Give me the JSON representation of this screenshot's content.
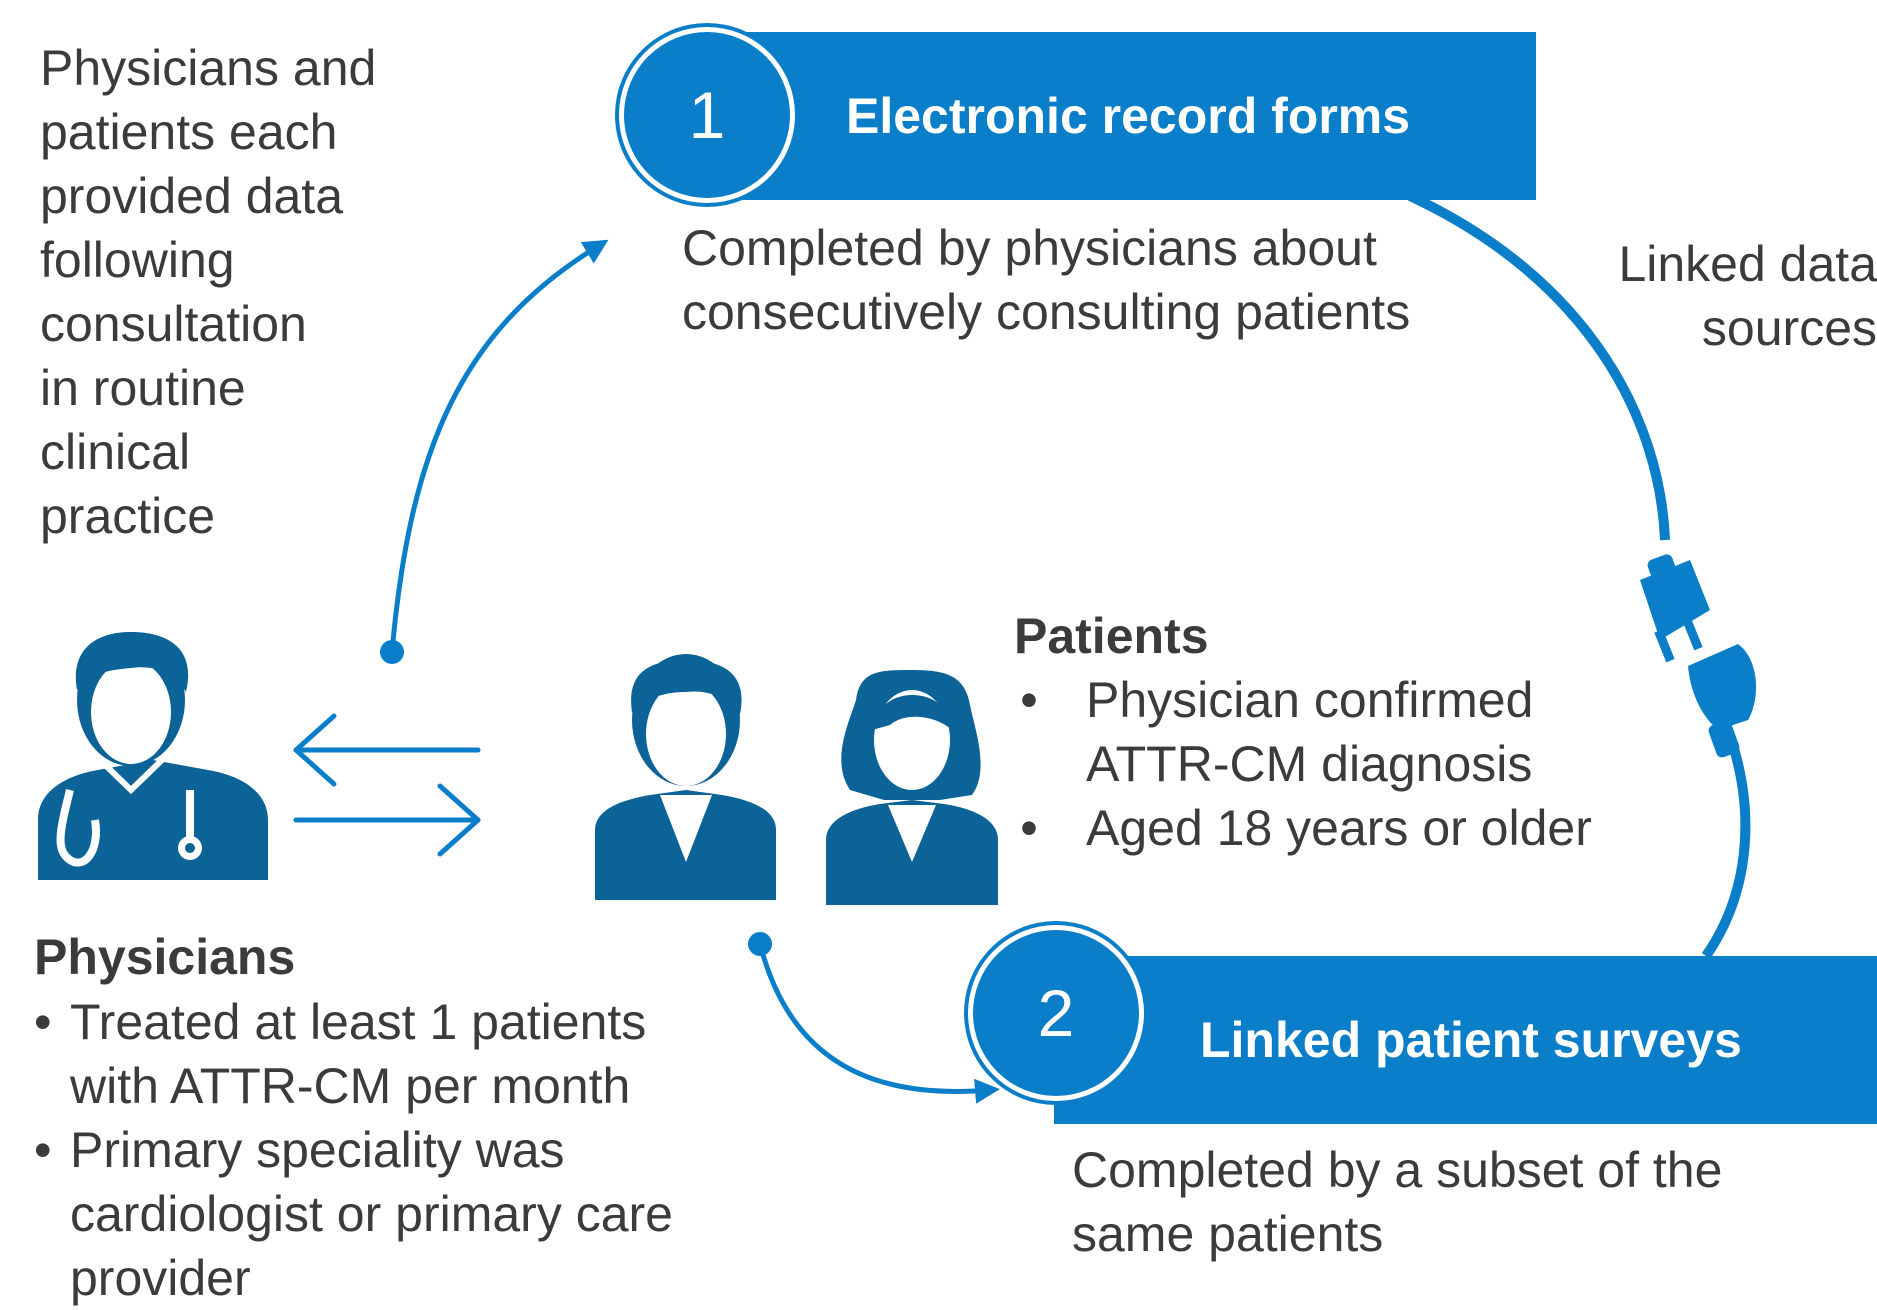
{
  "colors": {
    "accent": "#0a7ec8",
    "person": "#0b6397",
    "text": "#3b3b3b"
  },
  "intro_lines": [
    "Physicians and",
    "patients each",
    "provided data",
    "following",
    "consultation",
    "in routine",
    "clinical",
    "practice"
  ],
  "step1": {
    "number": "1",
    "title": "Electronic record forms",
    "description_lines": [
      "Completed by physicians about",
      "consecutively consulting patients"
    ]
  },
  "step2": {
    "number": "2",
    "title": "Linked patient surveys",
    "description_lines": [
      "Completed by a subset of the",
      "same patients"
    ]
  },
  "linked_label_lines": [
    "Linked data",
    "sources"
  ],
  "patients": {
    "heading": "Patients",
    "bullet": "•",
    "items": [
      "Physician confirmed ATTR-CM diagnosis",
      "Aged 18 years or older"
    ],
    "item1_lines": [
      "Physician confirmed",
      "ATTR-CM diagnosis"
    ]
  },
  "physicians": {
    "heading": "Physicians",
    "bullet": "•",
    "item1_lines": [
      "Treated at least 1 patients",
      "with ATTR-CM per month"
    ],
    "item2_lines": [
      "Primary speciality was",
      "cardiologist or primary care",
      "provider"
    ]
  },
  "icons": [
    "doctor-icon",
    "male-patient-icon",
    "female-patient-icon",
    "plug-icon",
    "exchange-arrows-icon"
  ]
}
